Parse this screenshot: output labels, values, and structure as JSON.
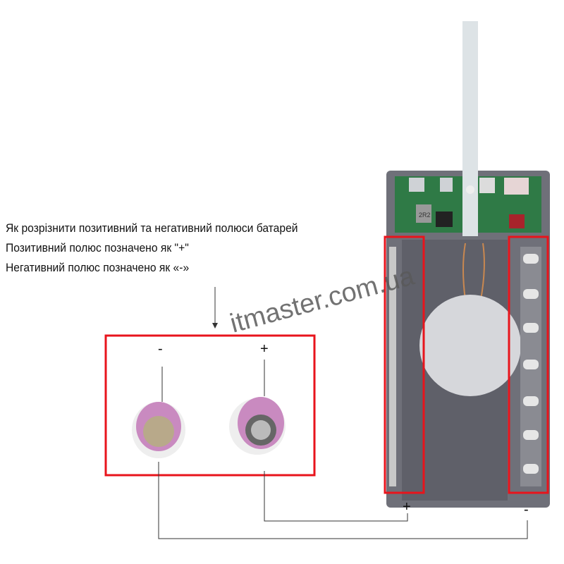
{
  "caption": {
    "line1": "Як розрізнити позитивний та негативний полюси батарей",
    "line2": "Позитивний полюс позначено як \"+\"",
    "line3": "Негативний полюс позначено як «-»"
  },
  "battery_labels": {
    "negative": "-",
    "positive": "+"
  },
  "terminal_labels": {
    "positive": "+",
    "negative": "-"
  },
  "watermark": "itmaster.com.ua",
  "pcb_marking": "2R2",
  "colors": {
    "highlight": "#e8141c",
    "cell": "#c98ac0",
    "case": "#6f7079"
  }
}
